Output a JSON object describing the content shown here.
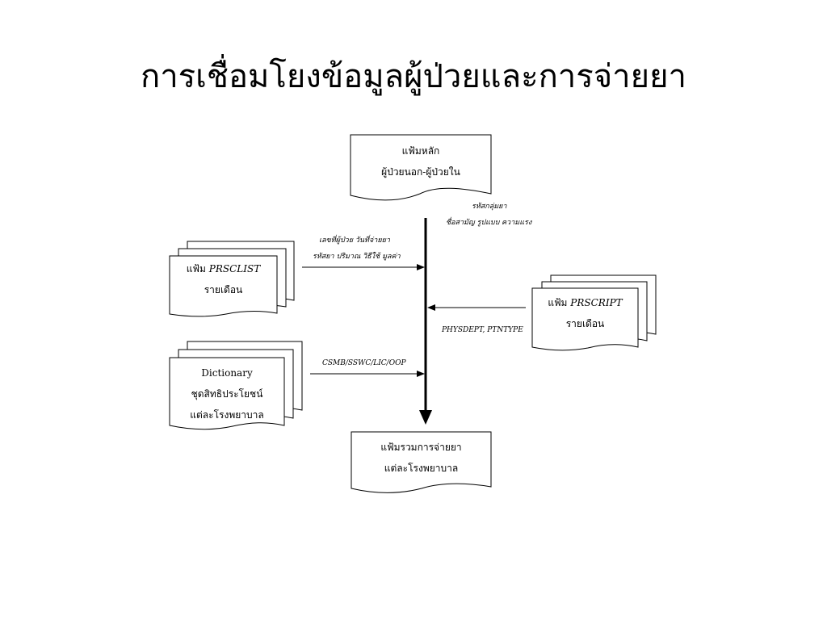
{
  "title": "การเชื่อมโยงข้อมูลผู้ป่วยและการจ่ายยา",
  "main_file": {
    "line1": "แฟ้มหลัก",
    "line2": "ผู้ป่วยนอก-ผู้ป่วยใน"
  },
  "prsclist": {
    "prefix": "แฟ้ม ",
    "code": "PRSCLIST",
    "line2": "รายเดือน"
  },
  "dictionary": {
    "line1": "Dictionary",
    "line2": "ชุดสิทธิประโยชน์",
    "line3": "แต่ละโรงพยาบาล"
  },
  "prscript": {
    "prefix": "แฟ้ม ",
    "code": "PRSCRIPT",
    "line2": "รายเดือน"
  },
  "output_file": {
    "line1": "แฟ้มรวมการจ่ายยา",
    "line2": "แต่ละโรงพยาบาล"
  },
  "edges": {
    "main_l1": "รหัสกลุ่มยา",
    "main_l2": "ชื่อสามัญ รูปแบบ ความแรง",
    "prsclist_l1": "เลขที่ผู้ป่วย วันที่จ่ายยา",
    "prsclist_l2": "รหัสยา ปริมาณ วิธีใช้ มูลค่า",
    "dictionary_l1": "CSMB/SSWC/LIC/OOP",
    "prscript_l1": "PHYSDEPT, PTNTYPE"
  }
}
